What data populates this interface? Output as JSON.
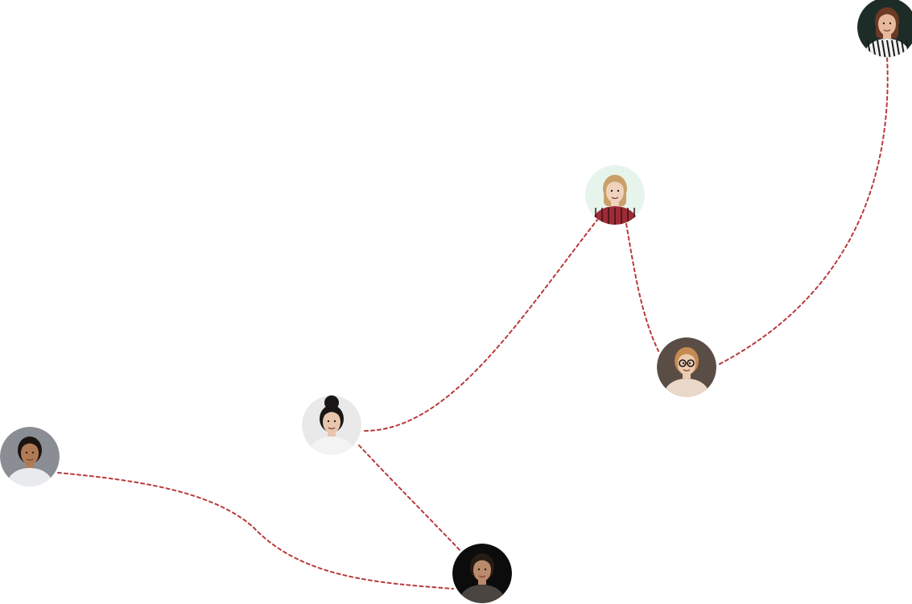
{
  "diagram": {
    "type": "people-connection-network",
    "connector_style": "dashed",
    "connector_color": "#b83a3c",
    "people": [
      {
        "id": "man-left",
        "avatar": "smiling-man-grey-background",
        "skin": "#b07a55",
        "hair": "#1c1410",
        "shirt": "#e8eaee",
        "bg": "#8a8d93"
      },
      {
        "id": "woman-bun",
        "avatar": "smiling-woman-hair-bun",
        "skin": "#e7c6ad",
        "hair": "#1b1716",
        "shirt": "#f3f3f3",
        "bg": "#e9e9ea"
      },
      {
        "id": "man-dark",
        "avatar": "man-dark-background",
        "skin": "#b98a6c",
        "hair": "#261c16",
        "shirt": "#4a4540",
        "bg": "#0c0c0c"
      },
      {
        "id": "woman-plaid",
        "avatar": "woman-red-plaid-shirt",
        "skin": "#f0d2bc",
        "hair": "#c9a06a",
        "shirt": "#9e2b37",
        "bg": "#e6f4ec"
      },
      {
        "id": "person-glasses",
        "avatar": "person-with-glasses-brown-background",
        "skin": "#eccab0",
        "hair": "#c58b52",
        "shirt": "#ead8c8",
        "bg": "#5a4d45"
      },
      {
        "id": "woman-striped",
        "avatar": "woman-striped-shirt-dark-background",
        "skin": "#e7b99c",
        "hair": "#6a3a24",
        "shirt": "#f2f2f2",
        "bg": "#1d2c27"
      }
    ],
    "connections": [
      {
        "from": "man-left",
        "to": "man-dark"
      },
      {
        "from": "woman-bun",
        "to": "man-dark"
      },
      {
        "from": "woman-bun",
        "to": "woman-plaid"
      },
      {
        "from": "woman-plaid",
        "to": "person-glasses"
      },
      {
        "from": "person-glasses",
        "to": "woman-striped"
      }
    ]
  }
}
